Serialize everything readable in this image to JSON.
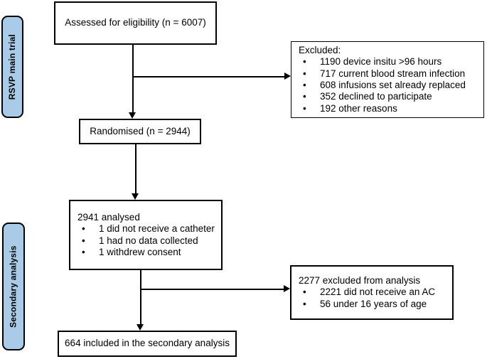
{
  "diagram": {
    "bullet": "•",
    "side_labels": {
      "main_trial": "RSVP main trial",
      "secondary": "Secondary analysis"
    },
    "boxes": {
      "assessed": {
        "text": "Assessed for eligibility (n = 6007)"
      },
      "excluded": {
        "title": "Excluded:",
        "items": [
          "1190 device insitu >96 hours",
          "717 current blood stream infection",
          "608 infusions set already replaced",
          "352 declined to participate",
          "192 other reasons"
        ]
      },
      "randomised": {
        "text": "Randomised (n = 2944)"
      },
      "analysed": {
        "title": "2941 analysed",
        "items": [
          "1 did not receive a catheter",
          "1 had no data collected",
          "1 withdrew consent"
        ]
      },
      "excluded_secondary": {
        "title": "2277 excluded from analysis",
        "items": [
          "2221 did not receive an AC",
          "56 under 16 years of age"
        ]
      },
      "included": {
        "text": "664 included in the secondary analysis"
      }
    },
    "colors": {
      "side_label_fill": "#a9cbe8",
      "border": "#000000",
      "background": "#ffffff"
    }
  }
}
